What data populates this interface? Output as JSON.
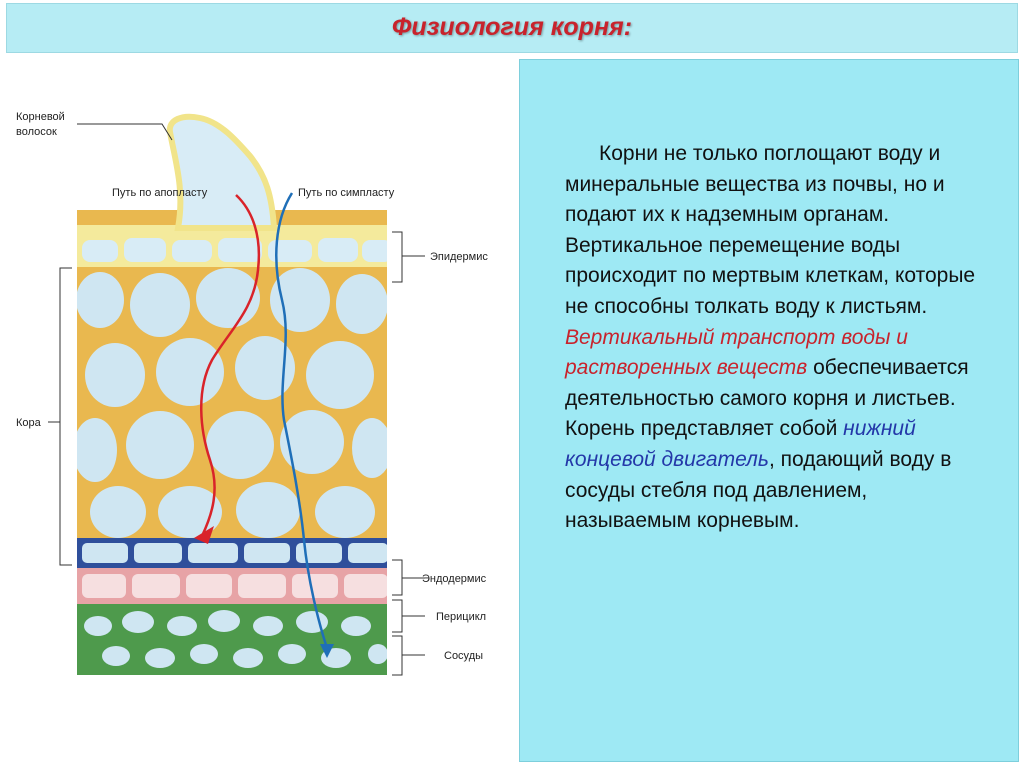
{
  "header": {
    "title": "Физиология корня:"
  },
  "diagram": {
    "labels": {
      "root_hair_line1": "Корневой",
      "root_hair_line2": "волосок",
      "apoplast_path": "Путь по апопласту",
      "symplast_path": "Путь по симпласту",
      "epidermis": "Эпидермис",
      "cortex": "Кора",
      "endodermis": "Эндодермис",
      "pericycle": "Перицикл",
      "vessels": "Сосуды"
    },
    "colors": {
      "epidermis": "#f4ea9c",
      "cortex_walls": "#e9b84f",
      "cell_interior": "#cfe6f2",
      "endodermis": "#2f4f9b",
      "pericycle": "#e7a3a6",
      "vessels": "#4e9a4c",
      "apoplast_arrow": "#d9232a",
      "symplast_arrow": "#1f6fb8"
    }
  },
  "text": {
    "part1": "Корни не только поглощают воду и минеральные вещества из почвы, но и подают их к надземным органам. Вертикальное перемещение воды происходит по мертвым клеткам, которые не способны толкать воду к листьям.",
    "highlight_red": "Вертикальный транспорт воды и растворенных веществ",
    "part2": "обеспечивается деятельностью самого корня и листьев. Корень представляет собой",
    "highlight_blue": "нижний концевой двигатель",
    "part3": ", подающий воду в сосуды стебля под давлением, называемым корневым."
  }
}
